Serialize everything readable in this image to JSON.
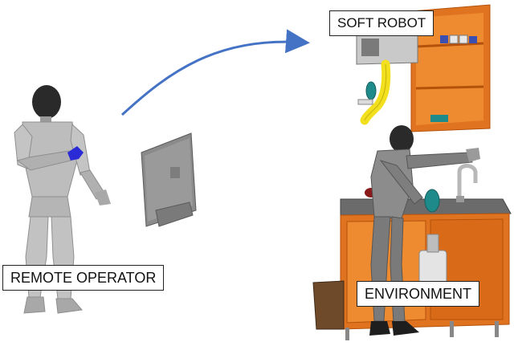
{
  "labels": {
    "soft_robot": "SOFT ROBOT",
    "remote_operator": "REMOTE OPERATOR",
    "environment": "ENVIRONMENT"
  },
  "colors": {
    "arrow": "#4472c4",
    "cabinet": "#e0731f",
    "cabinet_edge": "#b4520c",
    "soft_arm": "#f2e01f",
    "figure": "#bdbdbd",
    "figure_dark": "#9a9a9a",
    "head": "#2a2a2a",
    "monitor": "#8a8a8a",
    "countertop": "#6b6b6b",
    "accent_blue": "#2a2ad6",
    "teal_plate": "#1f8a8a"
  }
}
